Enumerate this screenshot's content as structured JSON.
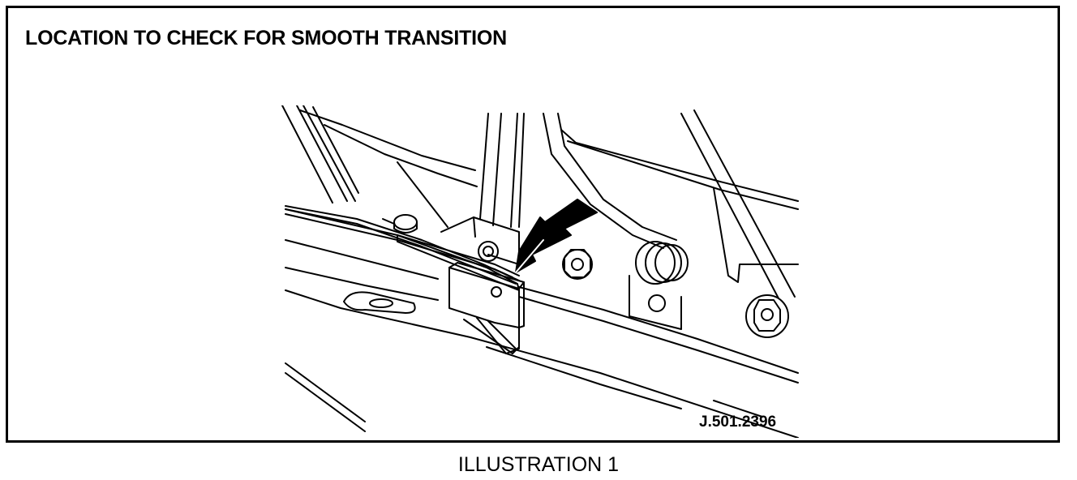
{
  "figure": {
    "heading": "LOCATION TO CHECK FOR SMOOTH TRANSITION",
    "reference_code": "J.501.2396",
    "caption": "ILLUSTRATION 1",
    "line_color": "#000000",
    "background_color": "#ffffff"
  }
}
